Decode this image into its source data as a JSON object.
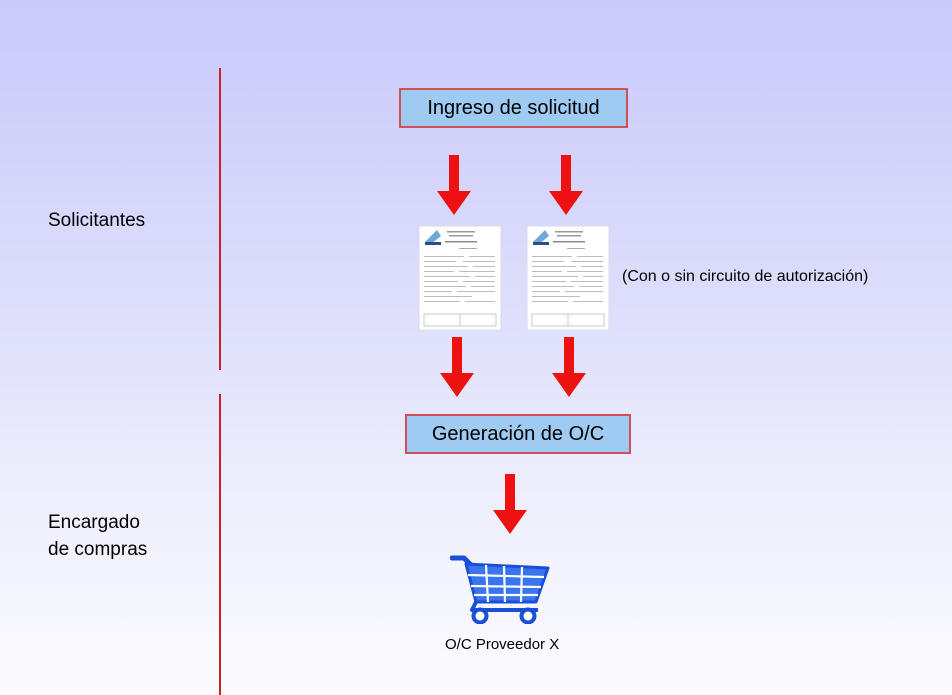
{
  "lanes": [
    {
      "label": "Solicitantes"
    },
    {
      "label": "Encargado\nde compras"
    }
  ],
  "nodes": {
    "request_entry": "Ingreso de solicitud",
    "po_generation": "Generación de O/C"
  },
  "note": "(Con o sin circuito de autorización)",
  "result_caption": "O/C Proveedor X",
  "icons": {
    "form": "request-form-document-icon",
    "cart": "shopping-cart-icon"
  },
  "colors": {
    "arrow": "#ee1111",
    "divider": "#cc1f2a",
    "box_fill": "#9fcaf1",
    "box_border": "#d0505a",
    "cart_blue": "#1b4fd8"
  }
}
